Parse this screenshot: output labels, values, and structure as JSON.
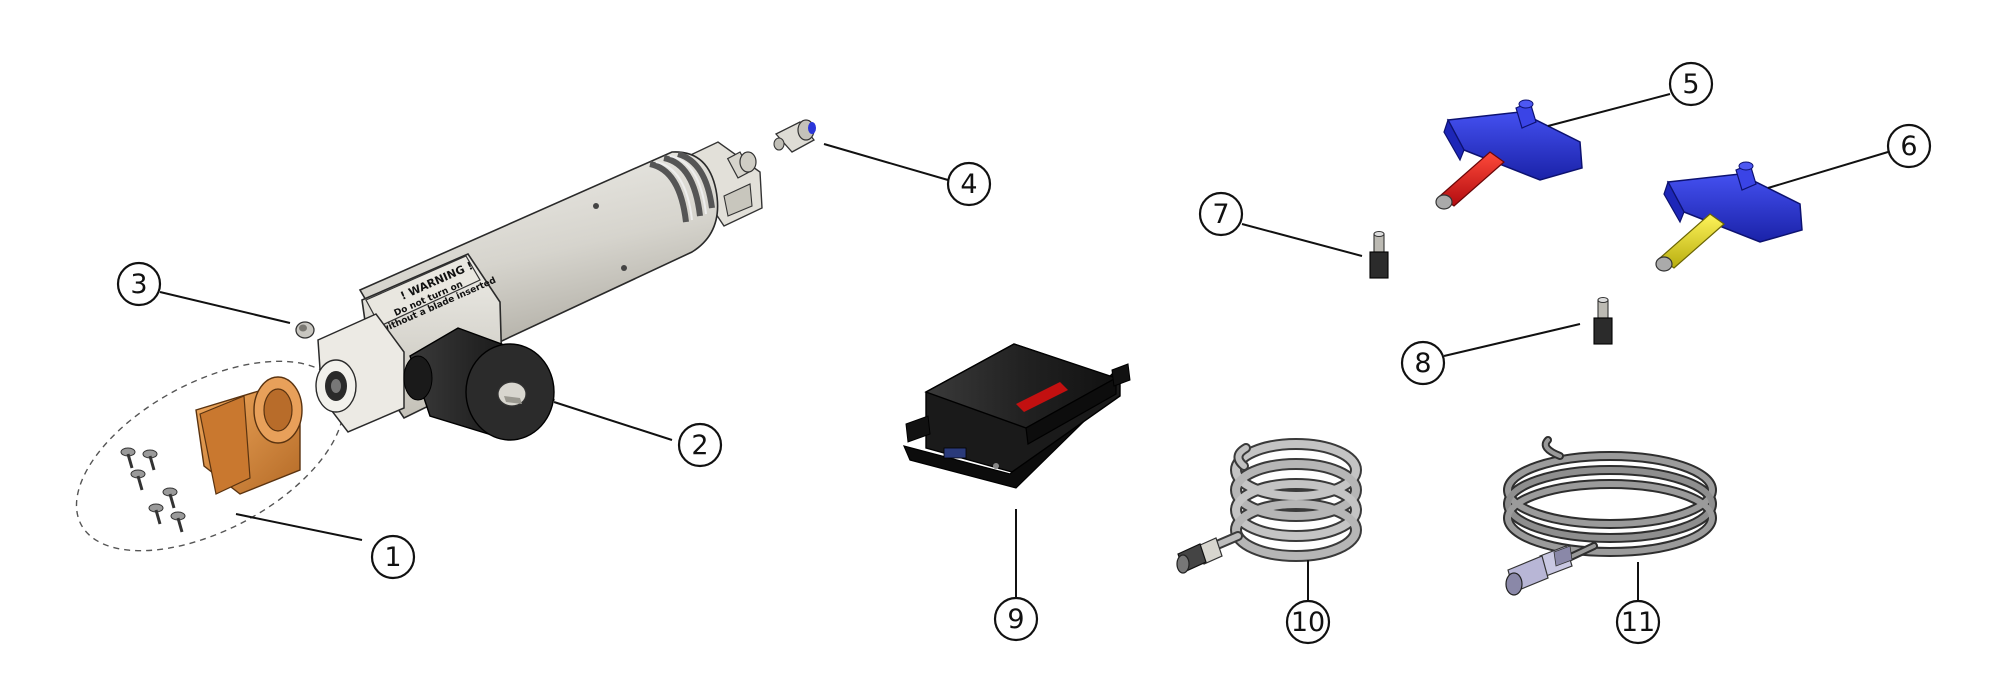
{
  "warning_label": {
    "line1": "! WARNING !",
    "line2": "Do not turn on",
    "line3": "without a blade inserted"
  },
  "callouts": [
    {
      "id": "1",
      "label": "1"
    },
    {
      "id": "2",
      "label": "2"
    },
    {
      "id": "3",
      "label": "3"
    },
    {
      "id": "4",
      "label": "4"
    },
    {
      "id": "5",
      "label": "5"
    },
    {
      "id": "6",
      "label": "6"
    },
    {
      "id": "7",
      "label": "7"
    },
    {
      "id": "8",
      "label": "8"
    },
    {
      "id": "9",
      "label": "9"
    },
    {
      "id": "10",
      "label": "10"
    },
    {
      "id": "11",
      "label": "11"
    }
  ],
  "colors": {
    "handle_blue": "#2b36d9",
    "handle_red_rod": "#e0161a",
    "handle_yellow_rod": "#e8e21c",
    "bushing_orange": "#d98a3c",
    "controller_black": "#151515",
    "cable_gray": "#b9b9b9",
    "body_silver": "#dcdad3"
  }
}
